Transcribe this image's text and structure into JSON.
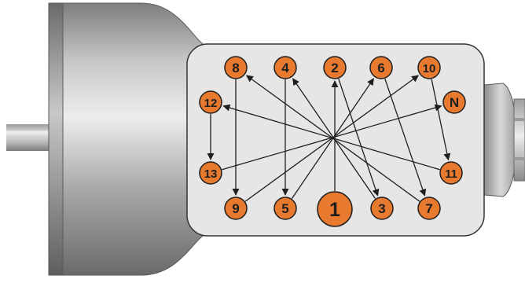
{
  "colors": {
    "circle_fill": "#E87A30",
    "circle_stroke": "#1E1E1E",
    "label_text": "#1E1E1E",
    "arrow": "#1E1E1E",
    "plate_fill": "#E6E6E6",
    "metal_light": "#E2E2E2",
    "metal_dark": "#6E6E6E"
  },
  "nodes": [
    {
      "id": "8",
      "label": "8"
    },
    {
      "id": "4",
      "label": "4"
    },
    {
      "id": "2",
      "label": "2"
    },
    {
      "id": "6",
      "label": "6"
    },
    {
      "id": "10",
      "label": "10"
    },
    {
      "id": "N",
      "label": "N"
    },
    {
      "id": "12",
      "label": "12"
    },
    {
      "id": "13",
      "label": "13"
    },
    {
      "id": "11",
      "label": "11"
    },
    {
      "id": "9",
      "label": "9"
    },
    {
      "id": "5",
      "label": "5"
    },
    {
      "id": "1",
      "label": "1"
    },
    {
      "id": "3",
      "label": "3"
    },
    {
      "id": "7",
      "label": "7"
    }
  ],
  "edges": [
    [
      "1",
      "2"
    ],
    [
      "2",
      "3"
    ],
    [
      "3",
      "4"
    ],
    [
      "4",
      "5"
    ],
    [
      "5",
      "6"
    ],
    [
      "6",
      "7"
    ],
    [
      "7",
      "8"
    ],
    [
      "8",
      "9"
    ],
    [
      "9",
      "10"
    ],
    [
      "10",
      "11"
    ],
    [
      "11",
      "12"
    ],
    [
      "12",
      "13"
    ],
    [
      "13",
      "N"
    ]
  ]
}
